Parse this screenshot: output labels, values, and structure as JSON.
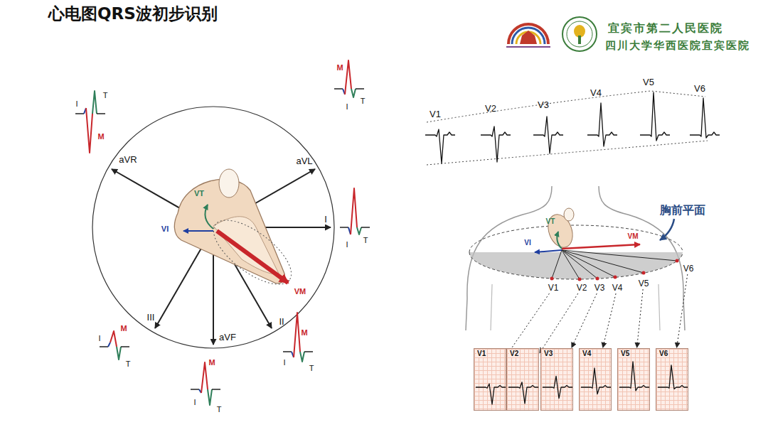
{
  "diagram": {
    "title": "心电图QRS波初步识别",
    "nodes": [
      {
        "text": [
          "V1"
        ]
      },
      {
        "text": [
          "V2"
        ]
      },
      {
        "text": [
          "V3"
        ]
      },
      {
        "text": [
          "V4"
        ]
      },
      {
        "text": [
          "V5"
        ]
      },
      {
        "text": [
          "V6"
        ]
      },
      {
        "text": [
          "V1"
        ]
      },
      {
        "text": [
          "V2"
        ]
      },
      {
        "text": [
          "V3"
        ]
      },
      {
        "text": [
          "V4"
        ]
      },
      {
        "text": [
          "V5"
        ]
      },
      {
        "text": [
          "V6"
        ]
      }
    ],
    "edges": [
      {
        "from": 0,
        "to": 6,
        "arrow": "to"
      },
      {
        "from": 1,
        "to": 7,
        "arrow": "to"
      },
      {
        "from": 2,
        "to": 8,
        "arrow": "to"
      },
      {
        "from": 3,
        "to": 9,
        "arrow": "to"
      },
      {
        "from": 4,
        "to": 10,
        "arrow": "to"
      },
      {
        "from": 5,
        "to": 11,
        "arrow": "to"
      }
    ],
    "labels": [
      "宜宾市第二人民医院",
      "四川大学华西医院宜宾医院",
      "aVR",
      "aVL",
      "I",
      "III",
      "aVF",
      "II",
      "VT",
      "VI",
      "VM",
      "I",
      "T",
      "M",
      "M",
      "T",
      "I",
      "I",
      "T",
      "I",
      "M",
      "T",
      "I",
      "M",
      "T",
      "M",
      "I",
      "T",
      "V1",
      "V2",
      "V3",
      "V4",
      "V5",
      "V6",
      "胸前平面",
      "VT",
      "VI",
      "VM"
    ]
  }
}
